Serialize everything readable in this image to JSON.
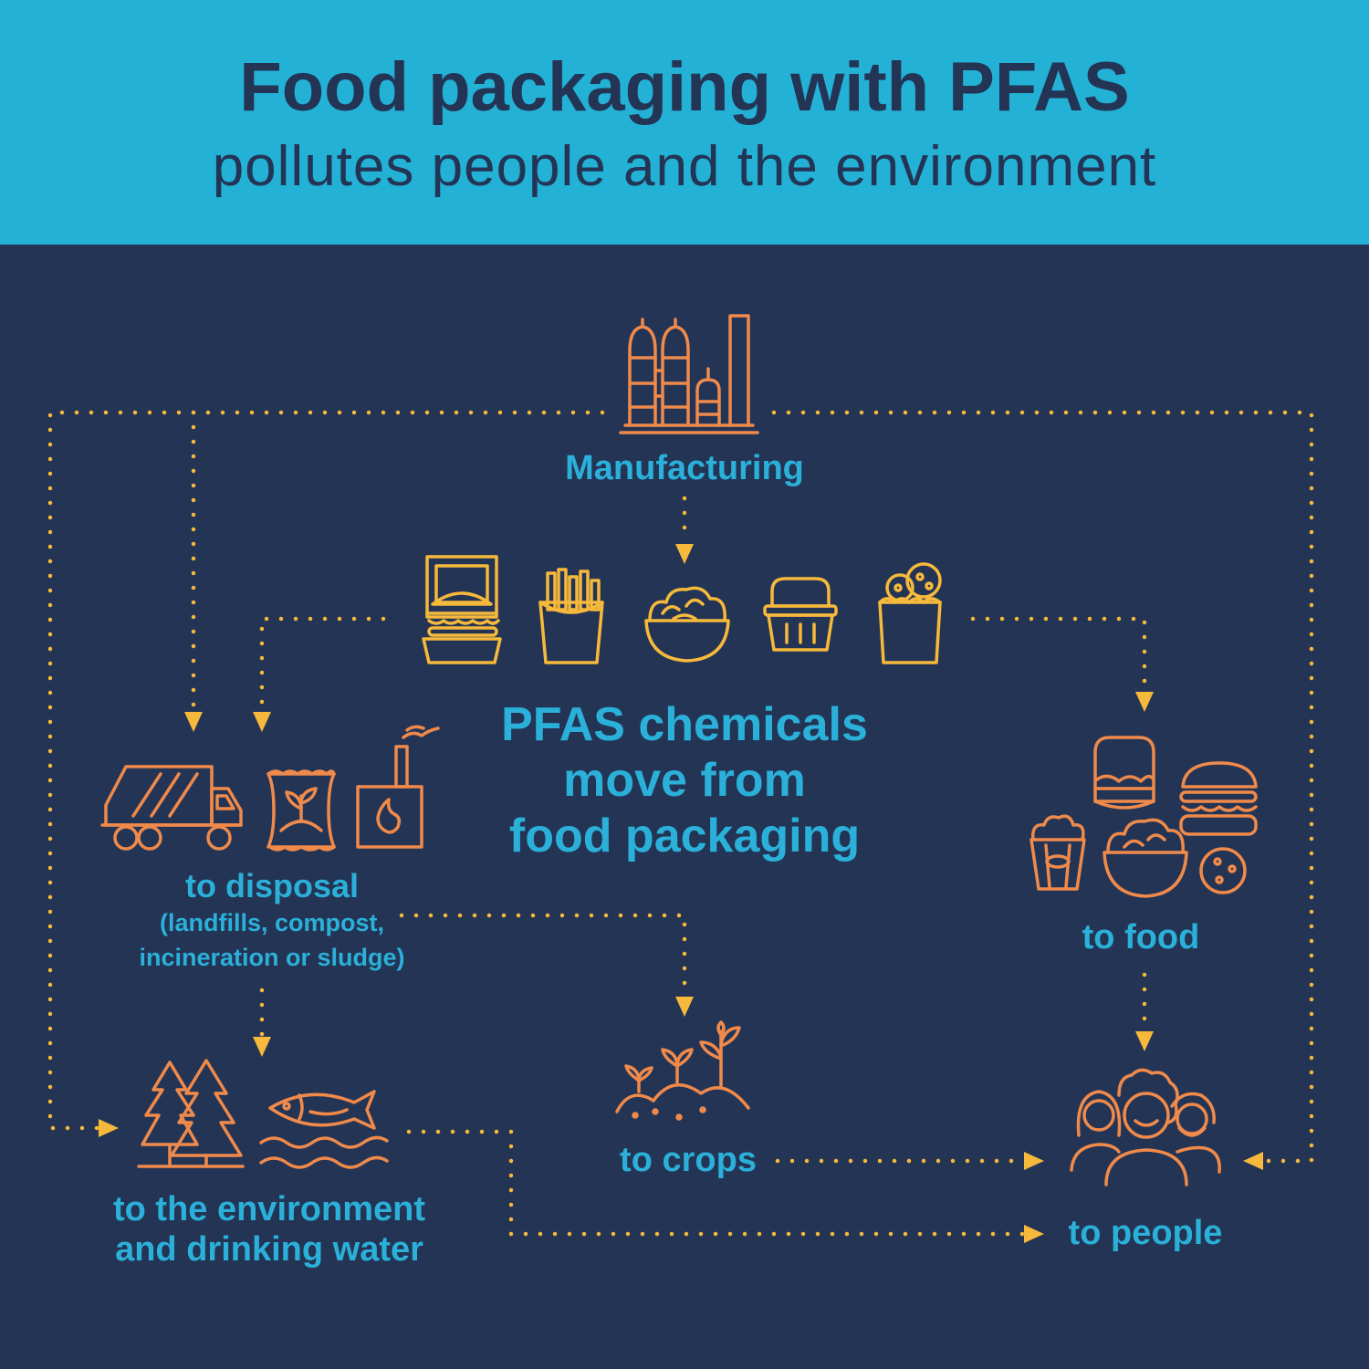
{
  "header": {
    "title": "Food packaging with PFAS",
    "subtitle": "pollutes people and the environment"
  },
  "nodes": {
    "manufacturing": "Manufacturing",
    "center_line1": "PFAS chemicals",
    "center_line2": "move from",
    "center_line3": "food packaging",
    "disposal": "to disposal",
    "disposal_detail_line1": "(landfills, compost,",
    "disposal_detail_line2": "incineration or sludge)",
    "food": "to food",
    "environment_line1": "to the environment",
    "environment_line2": "and drinking water",
    "crops": "to crops",
    "people": "to people"
  },
  "colors": {
    "header_bg": "#23b1d6",
    "body_bg": "#233455",
    "label_blue": "#2bb0d9",
    "arrow_yellow": "#f6b93b",
    "icon_orange": "#f08a4b"
  },
  "icons": [
    "factory-icon",
    "burger-box-icon",
    "fries-icon",
    "salad-bowl-icon",
    "clamshell-icon",
    "cookie-cup-icon",
    "garbage-truck-icon",
    "compost-bag-icon",
    "incinerator-icon",
    "food-group-icon",
    "trees-icon",
    "fish-water-icon",
    "sprouts-icon",
    "people-icon"
  ]
}
